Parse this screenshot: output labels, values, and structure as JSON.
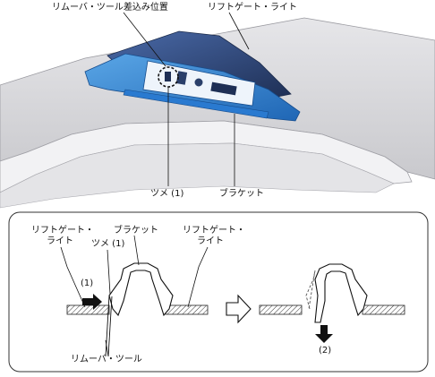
{
  "labels": {
    "remover_insert_position": "リムーバ・ツール差込み位置",
    "liftgate_light_top": "リフトゲート・ライト",
    "claw_top": "ツメ (1)",
    "bracket_top": "ブラケット",
    "liftgate_light_left_line1": "リフトゲート・",
    "liftgate_light_left_line2": "ライト",
    "bracket_detail": "ブラケット",
    "liftgate_light_right_line1": "リフトゲート・",
    "liftgate_light_right_line2": "ライト",
    "claw_detail": "ツメ (1)",
    "step1": "(1)",
    "remover_tool": "リムーバ・ツール",
    "step2": "(2)"
  },
  "colors": {
    "lamp_blue": "#3d8fd8",
    "lamp_dark": "#1c5fa8",
    "lens_dark": "#2a3f6a",
    "body_gray": "#d9d9dc",
    "body_light": "#f0f0f2"
  },
  "icons": {
    "arrow_push": "arrow-right-filled",
    "arrow_pull": "arrow-down-filled",
    "arrow_step": "arrow-right-outline",
    "insert_marker": "dashed-circle"
  }
}
